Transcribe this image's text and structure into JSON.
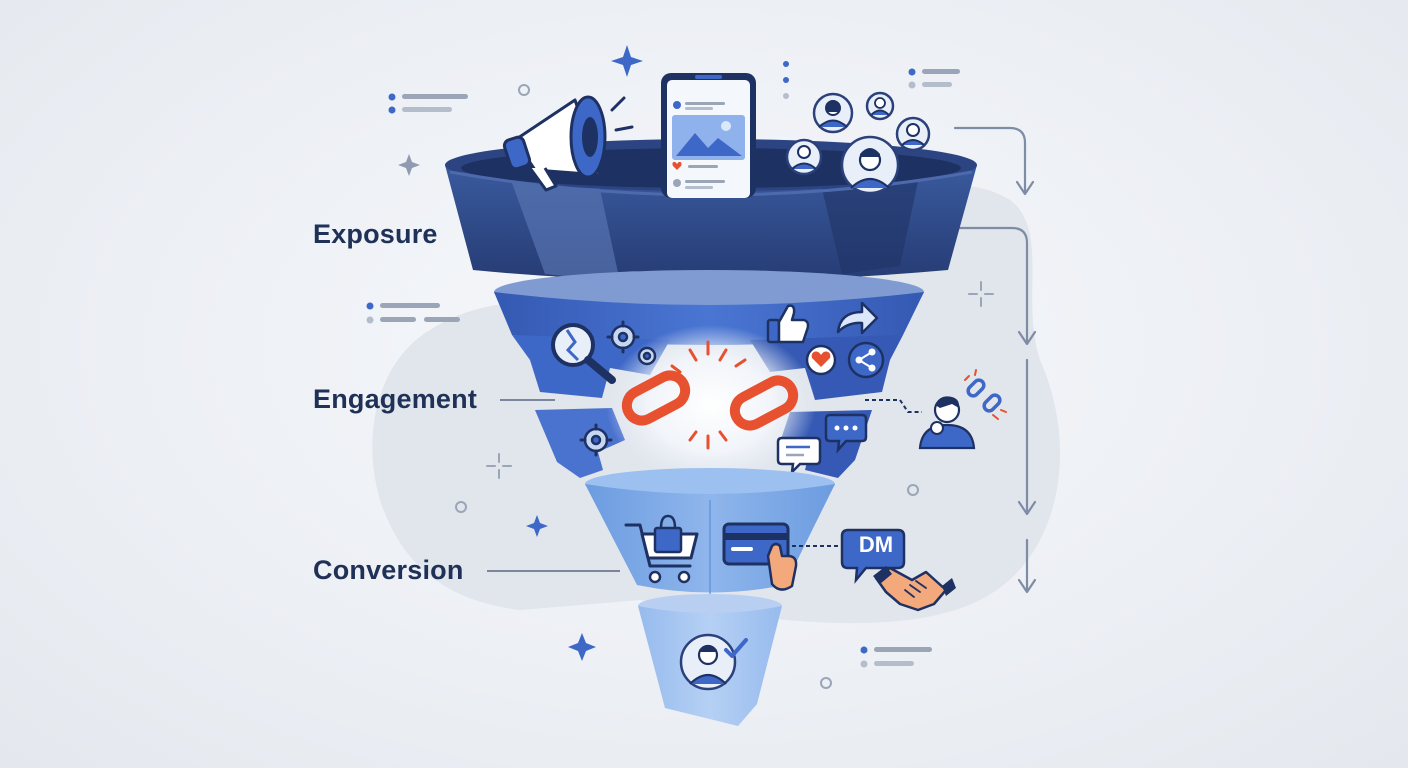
{
  "diagram": {
    "stages": [
      {
        "label": "Exposure"
      },
      {
        "label": "Engagement"
      },
      {
        "label": "Conversion"
      }
    ],
    "dm_bubble": {
      "text": "DM"
    },
    "colors": {
      "navy": "#2a417c",
      "blue": "#3e68c8",
      "light_blue": "#7ea9e6",
      "palest_blue": "#a8c7f0",
      "broken_link": "#e8512f",
      "label_text": "#1f3157",
      "background": "#eceff4"
    },
    "icons": [
      "megaphone-icon",
      "smartphone-icon",
      "user-avatar-icon",
      "broken-search-icon",
      "gear-icon",
      "thumbs-up-icon",
      "share-arrow-icon",
      "heart-icon",
      "share-icon",
      "broken-link-icon",
      "chat-bubble-icon",
      "confused-person-icon",
      "shopping-cart-icon",
      "credit-card-icon",
      "dm-bubble-icon",
      "handshake-icon",
      "checkmark-user-icon",
      "sparkle-icon",
      "down-arrow-icon"
    ]
  }
}
